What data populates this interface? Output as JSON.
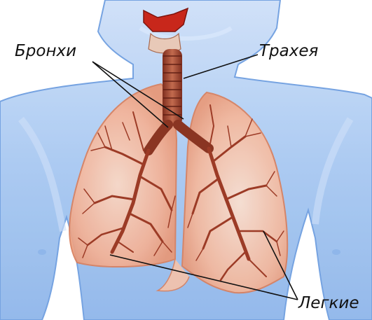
{
  "labels": {
    "bronchi": "Бронхи",
    "trachea": "Трахея",
    "lungs": "Легкие"
  },
  "colors": {
    "background": "#ffffff",
    "body_fill": "#a9c9f2",
    "body_edge": "#6f9fe0",
    "lung_fill": "#f4b195",
    "lung_edge": "#d9805e",
    "bronchi_tree": "#9c3b26",
    "trachea": "#b25a40",
    "larynx": "#c8271b",
    "leader_line": "#111111"
  },
  "icons": {
    "torso": "human-torso-icon",
    "lungs": "lungs-icon"
  }
}
